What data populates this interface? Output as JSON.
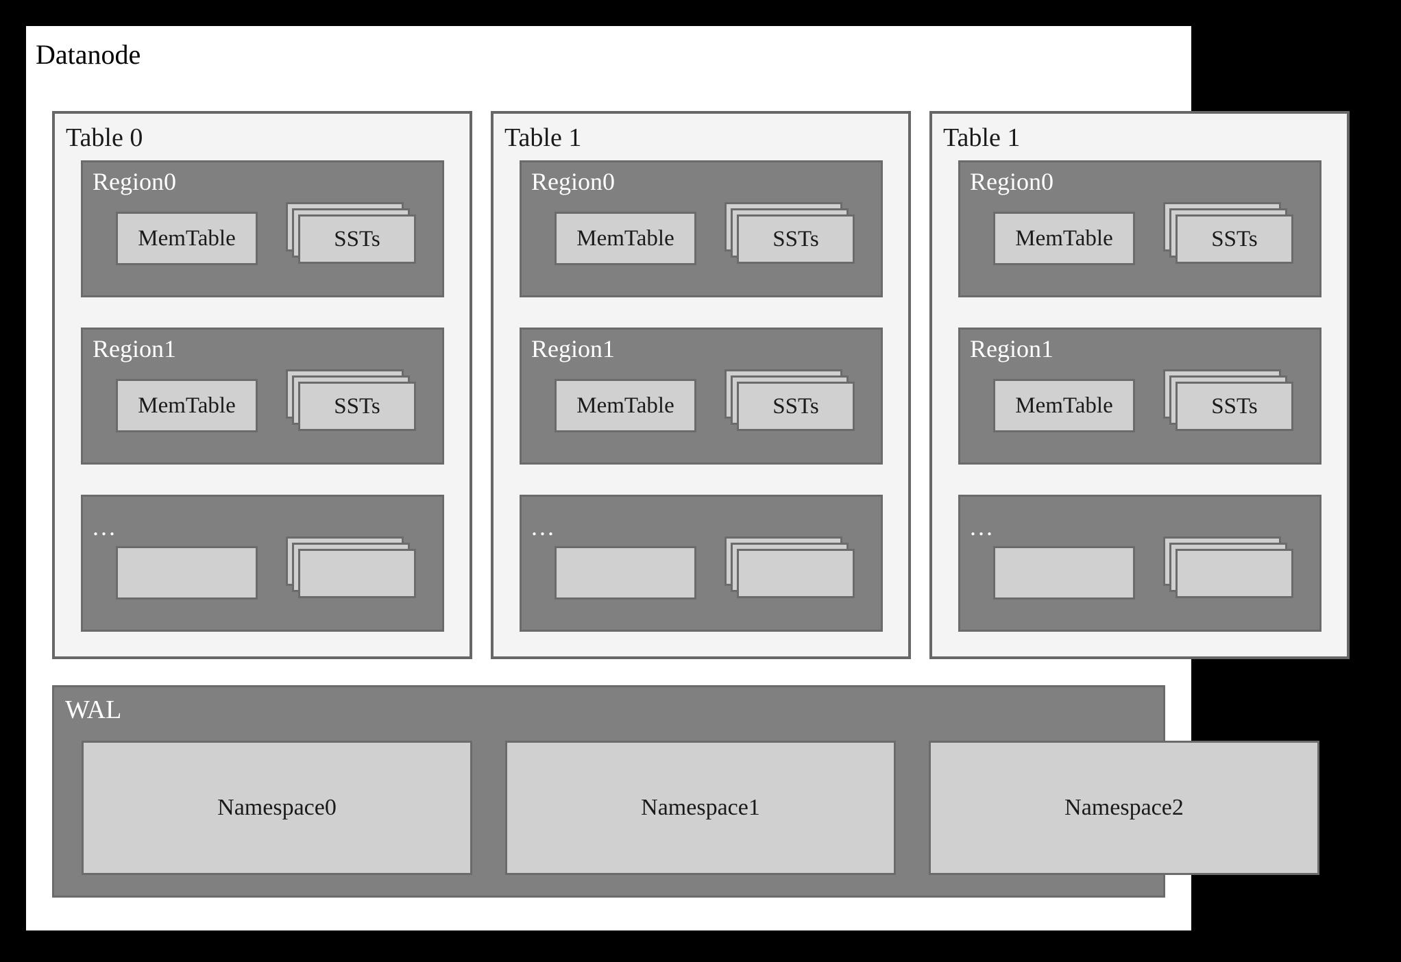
{
  "diagram": {
    "title": "Datanode",
    "tables": [
      {
        "title": "Table 0",
        "regions": [
          {
            "title": "Region0",
            "memtable_label": "MemTable",
            "sst_label": "SSTs",
            "sst_count": 3
          },
          {
            "title": "Region1",
            "memtable_label": "MemTable",
            "sst_label": "SSTs",
            "sst_count": 3
          },
          {
            "title": "...",
            "memtable_label": "",
            "sst_label": "",
            "sst_count": 3
          }
        ]
      },
      {
        "title": "Table 1",
        "regions": [
          {
            "title": "Region0",
            "memtable_label": "MemTable",
            "sst_label": "SSTs",
            "sst_count": 3
          },
          {
            "title": "Region1",
            "memtable_label": "MemTable",
            "sst_label": "SSTs",
            "sst_count": 3
          },
          {
            "title": "...",
            "memtable_label": "",
            "sst_label": "",
            "sst_count": 3
          }
        ]
      },
      {
        "title": "Table 1",
        "regions": [
          {
            "title": "Region0",
            "memtable_label": "MemTable",
            "sst_label": "SSTs",
            "sst_count": 3
          },
          {
            "title": "Region1",
            "memtable_label": "MemTable",
            "sst_label": "SSTs",
            "sst_count": 3
          },
          {
            "title": "...",
            "memtable_label": "",
            "sst_label": "",
            "sst_count": 3
          }
        ]
      }
    ],
    "wal": {
      "title": "WAL",
      "namespaces": [
        {
          "label": "Namespace0"
        },
        {
          "label": "Namespace1"
        },
        {
          "label": "Namespace2"
        }
      ]
    }
  },
  "colors": {
    "outer_frame": "#000000",
    "canvas": "#ffffff",
    "table_bg": "#f4f4f4",
    "table_border": "#666666",
    "region_bg": "#808080",
    "region_border": "#6b6b6b",
    "inner_box_bg": "#d0d0d0",
    "inner_box_border": "#6b6b6b",
    "dark_text": "#1a1a1a",
    "light_text": "#ffffff"
  }
}
